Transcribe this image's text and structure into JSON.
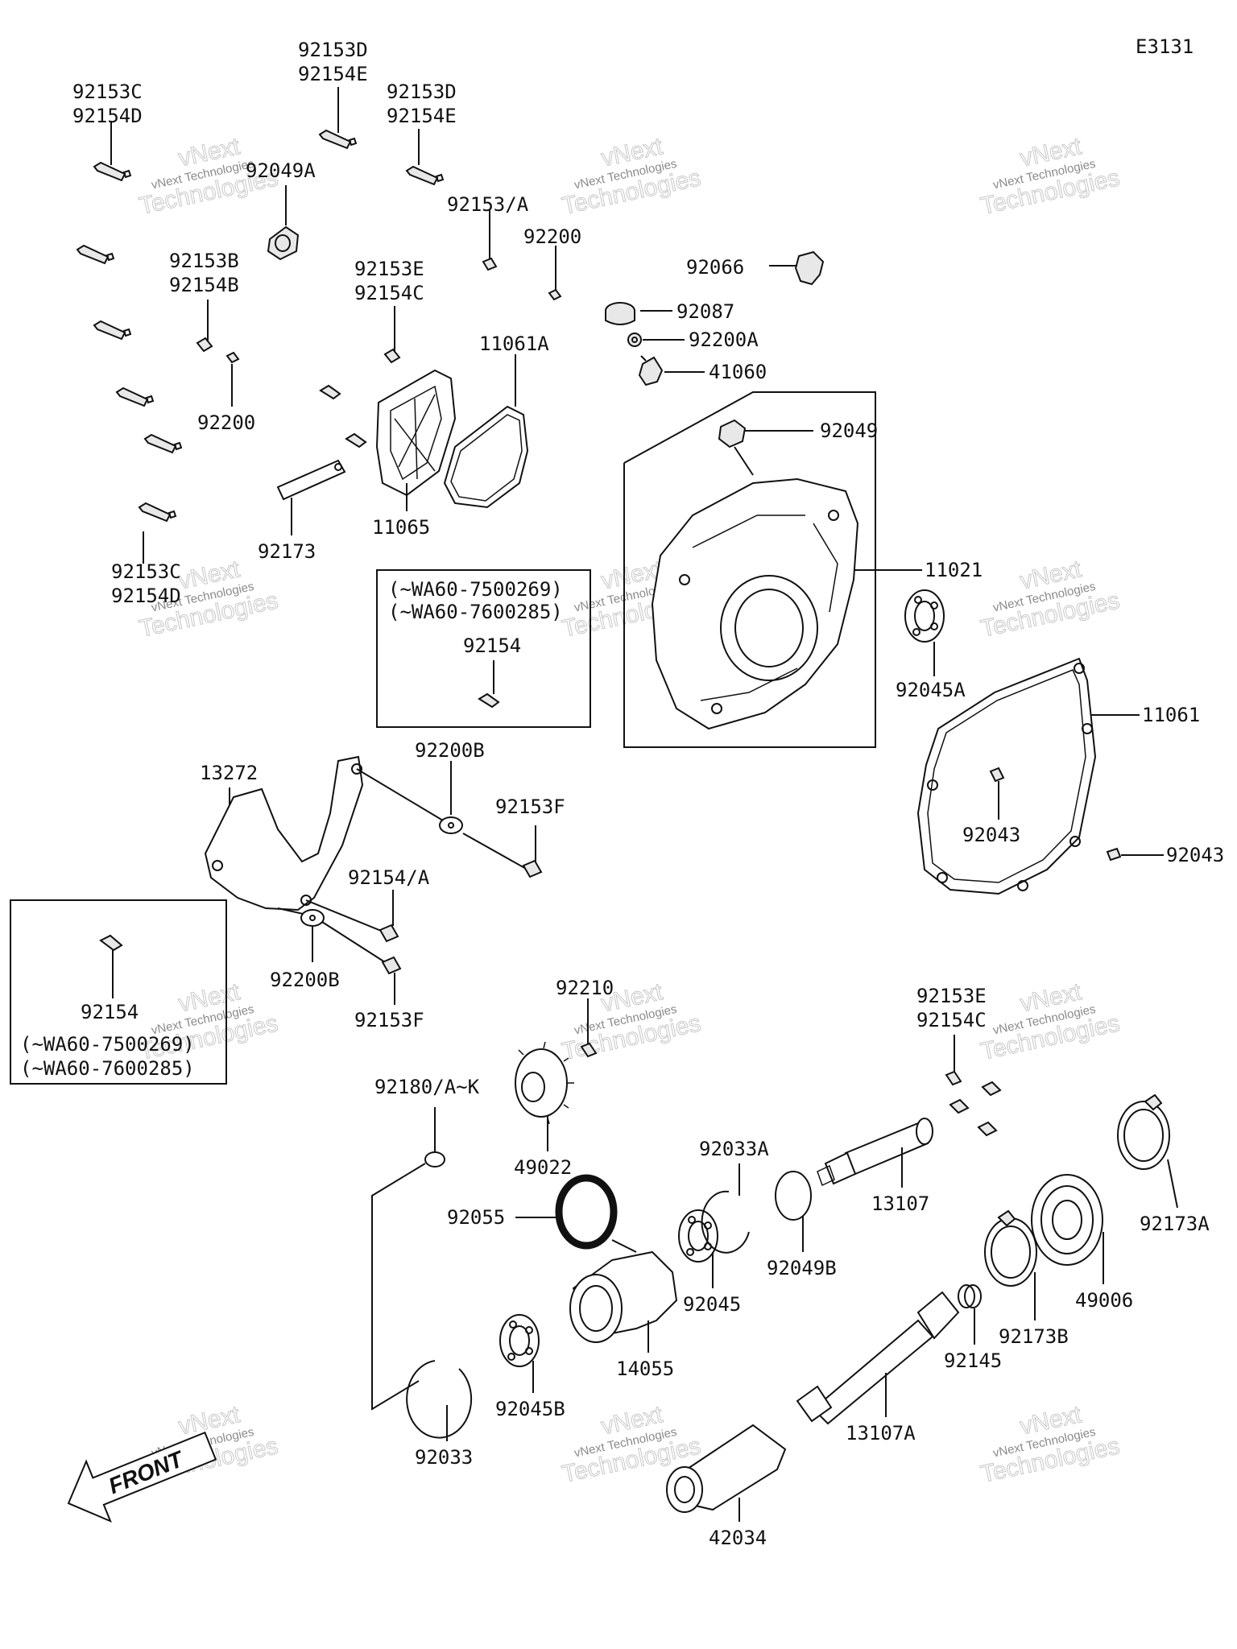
{
  "diagram_code": "E3131",
  "watermark": {
    "line1": "vNext",
    "line2": "vNext Technologies",
    "line3": "Technologies"
  },
  "front_arrow_label": "FRONT",
  "labels": {
    "p92153D_top": "92153D",
    "p92154E_top": "92154E",
    "p92153C_top": "92153C",
    "p92154D_top": "92154D",
    "p92153D_2": "92153D",
    "p92154E_2": "92154E",
    "p92049A": "92049A",
    "p92153A": "92153/A",
    "p92200_top": "92200",
    "p92066": "92066",
    "p92087": "92087",
    "p92200A": "92200A",
    "p41060": "41060",
    "p92153B": "92153B",
    "p92154B": "92154B",
    "p92153E_1": "92153E",
    "p92154C_1": "92154C",
    "p11061A": "11061A",
    "p92200_mid": "92200",
    "p92049": "92049",
    "p11065": "11065",
    "p92173": "92173",
    "p11021": "11021",
    "p92153C_bot": "92153C",
    "p92154D_bot": "92154D",
    "box1_line1": "(~WA60-7500269)",
    "box1_line2": "(~WA60-7600285)",
    "box1_part": "92154",
    "p92045A": "92045A",
    "p11061": "11061",
    "p13272": "13272",
    "p92200B_1": "92200B",
    "p92153F_1": "92153F",
    "p92043_1": "92043",
    "p92043_2": "92043",
    "p92154A": "92154/A",
    "box2_part": "92154",
    "box2_line1": "(~WA60-7500269)",
    "box2_line2": "(~WA60-7600285)",
    "p92200B_2": "92200B",
    "p92153F_2": "92153F",
    "p92210": "92210",
    "p92153E_2": "92153E",
    "p92154C_2": "92154C",
    "p92180": "92180/A~K",
    "p49022": "49022",
    "p92033A": "92033A",
    "p13107": "13107",
    "p92173A": "92173A",
    "p92055": "92055",
    "p92049B": "92049B",
    "p92045": "92045",
    "p49006": "49006",
    "p14055": "14055",
    "p92173B": "92173B",
    "p92145": "92145",
    "p92045B": "92045B",
    "p13107A": "13107A",
    "p92033": "92033",
    "p42034": "42034"
  }
}
